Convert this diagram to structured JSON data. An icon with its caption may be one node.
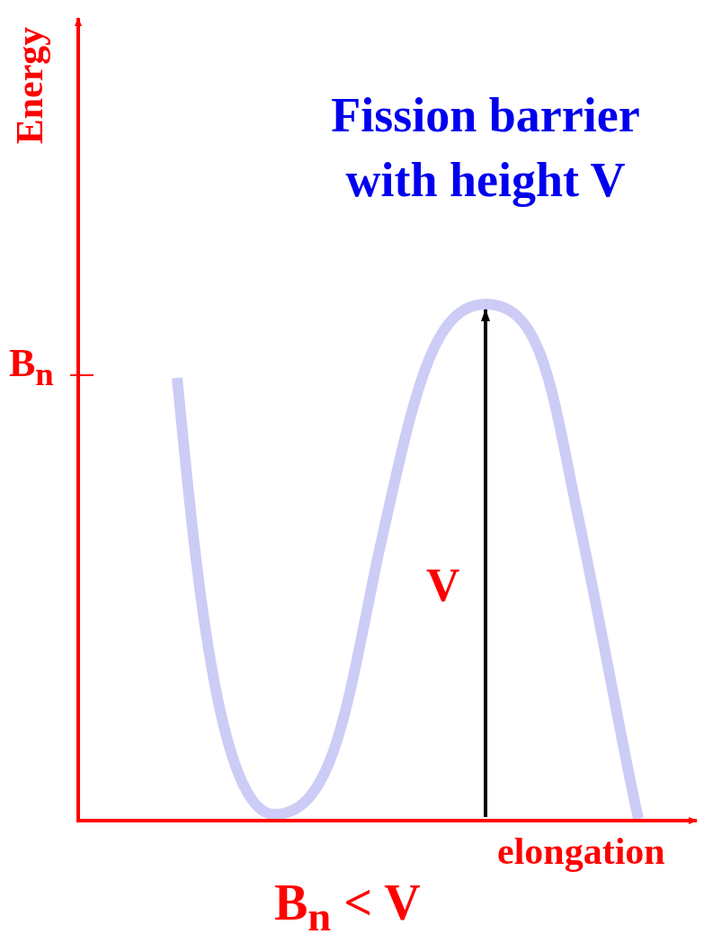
{
  "diagram": {
    "title": "Fission barrier with height V",
    "caption": "B$_{n}$ < V",
    "labels": [
      "Energy",
      "B$_{n}$",
      "V",
      "elongation"
    ]
  }
}
